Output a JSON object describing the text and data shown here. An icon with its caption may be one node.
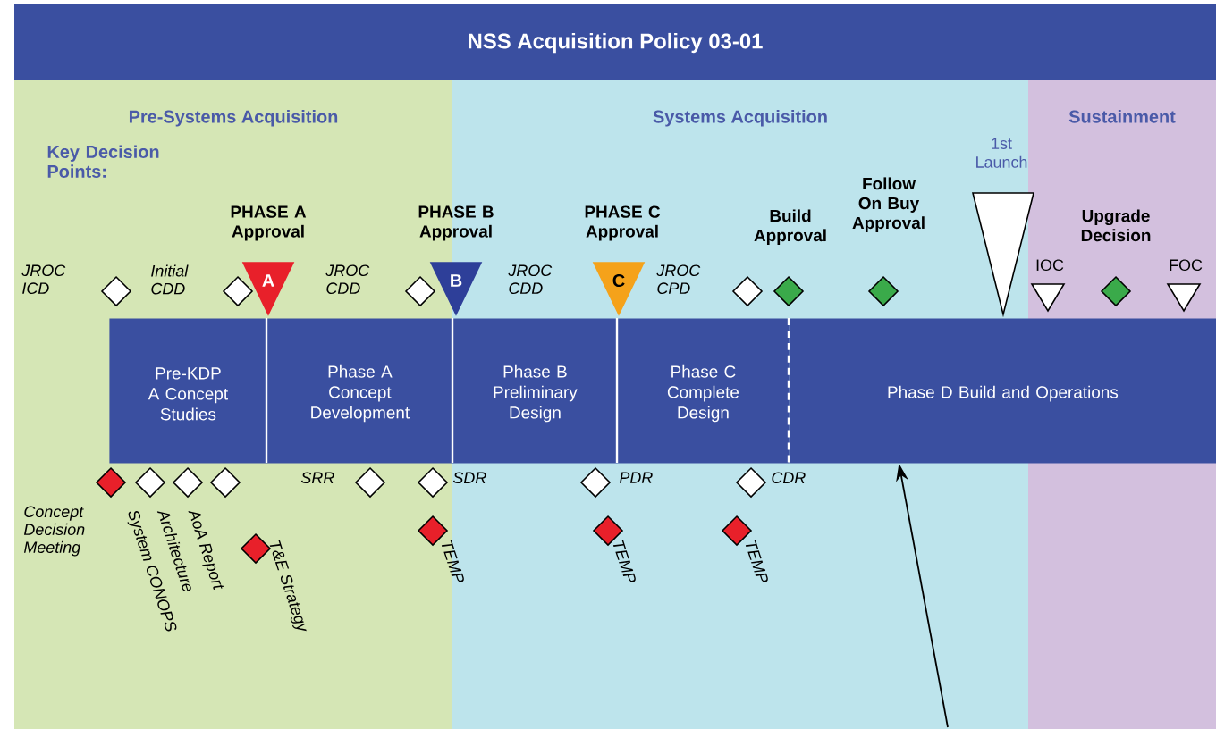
{
  "diagram": {
    "title": "NSS Acquisition Policy 03-01",
    "nodes": [
      {
        "text": [
          "Pre-Systems Acquisition"
        ]
      },
      {
        "text": [
          "Systems Acquisition"
        ]
      },
      {
        "text": [
          "Sustainment"
        ]
      },
      {
        "text": [
          "Pre-KDP A Concept Studies"
        ],
        "in": 0
      },
      {
        "text": [
          "Phase A Concept Development"
        ],
        "in": 0
      },
      {
        "text": [
          "Phase B Preliminary Design"
        ],
        "in": 1
      },
      {
        "text": [
          "Phase C Complete Design"
        ],
        "in": 1
      },
      {
        "text": [
          "Phase D Build and Operations"
        ]
      }
    ],
    "edges": [
      {
        "from": 1,
        "to": 7,
        "arrow": "to"
      }
    ],
    "labels": [
      "Key Decision Points:",
      "1st Launch",
      "PHASE A Approval",
      "PHASE B Approval",
      "PHASE C Approval",
      "Build Approval",
      "Follow On Buy Approval",
      "Upgrade Decision",
      "JROC ICD",
      "Initial CDD",
      "A",
      "JROC CDD",
      "B",
      "JROC CDD",
      "C",
      "JROC CPD",
      "IOC",
      "FOC",
      "SRR",
      "SDR",
      "PDR",
      "CDR",
      "Concept Decision Meeting",
      "System CONOPS",
      "Architecture",
      "AoA Report",
      "T&E Strategy",
      "TEMP",
      "TEMP",
      "TEMP"
    ]
  }
}
